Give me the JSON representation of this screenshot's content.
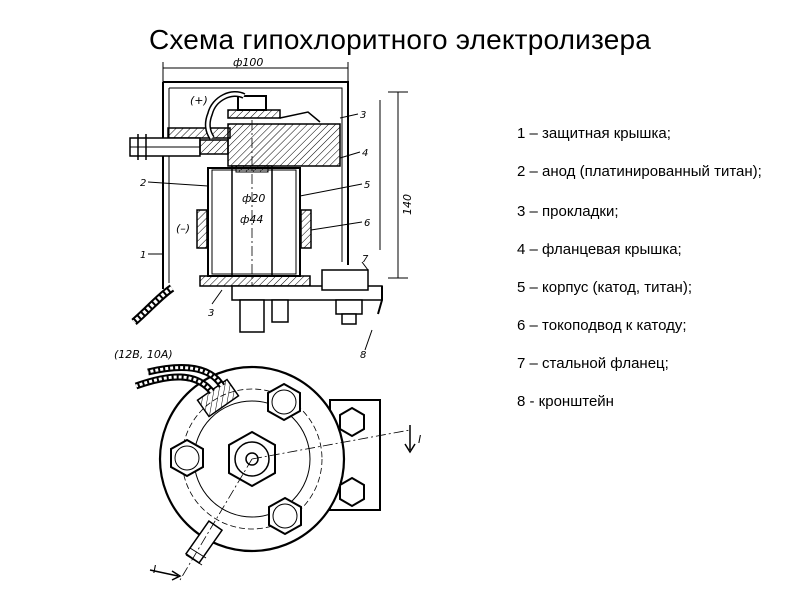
{
  "title": "Схема гипохлоритного электролизера",
  "legend": [
    "1 – защитная крышка;",
    " 2 – анод (платинированный титан);",
    "3 – прокладки;",
    "4 – фланцевая крышка;",
    "5 – корпус (катод, титан);",
    "6 – токоподвод  к катоду;",
    "7 – стальной фланец;",
    "8 - кронштейн"
  ],
  "drawing": {
    "dim_outer_diameter": "ф100",
    "dim_height": "140",
    "dim_anode_diameter": "ф20",
    "dim_body_diameter": "ф44",
    "plus_label": "(+)",
    "minus_label": "(–)",
    "power_label": "(12В, 10А)",
    "section_mark": "I",
    "callouts": [
      "1",
      "2",
      "3",
      "4",
      "5",
      "6",
      "7",
      "8",
      "3"
    ]
  }
}
